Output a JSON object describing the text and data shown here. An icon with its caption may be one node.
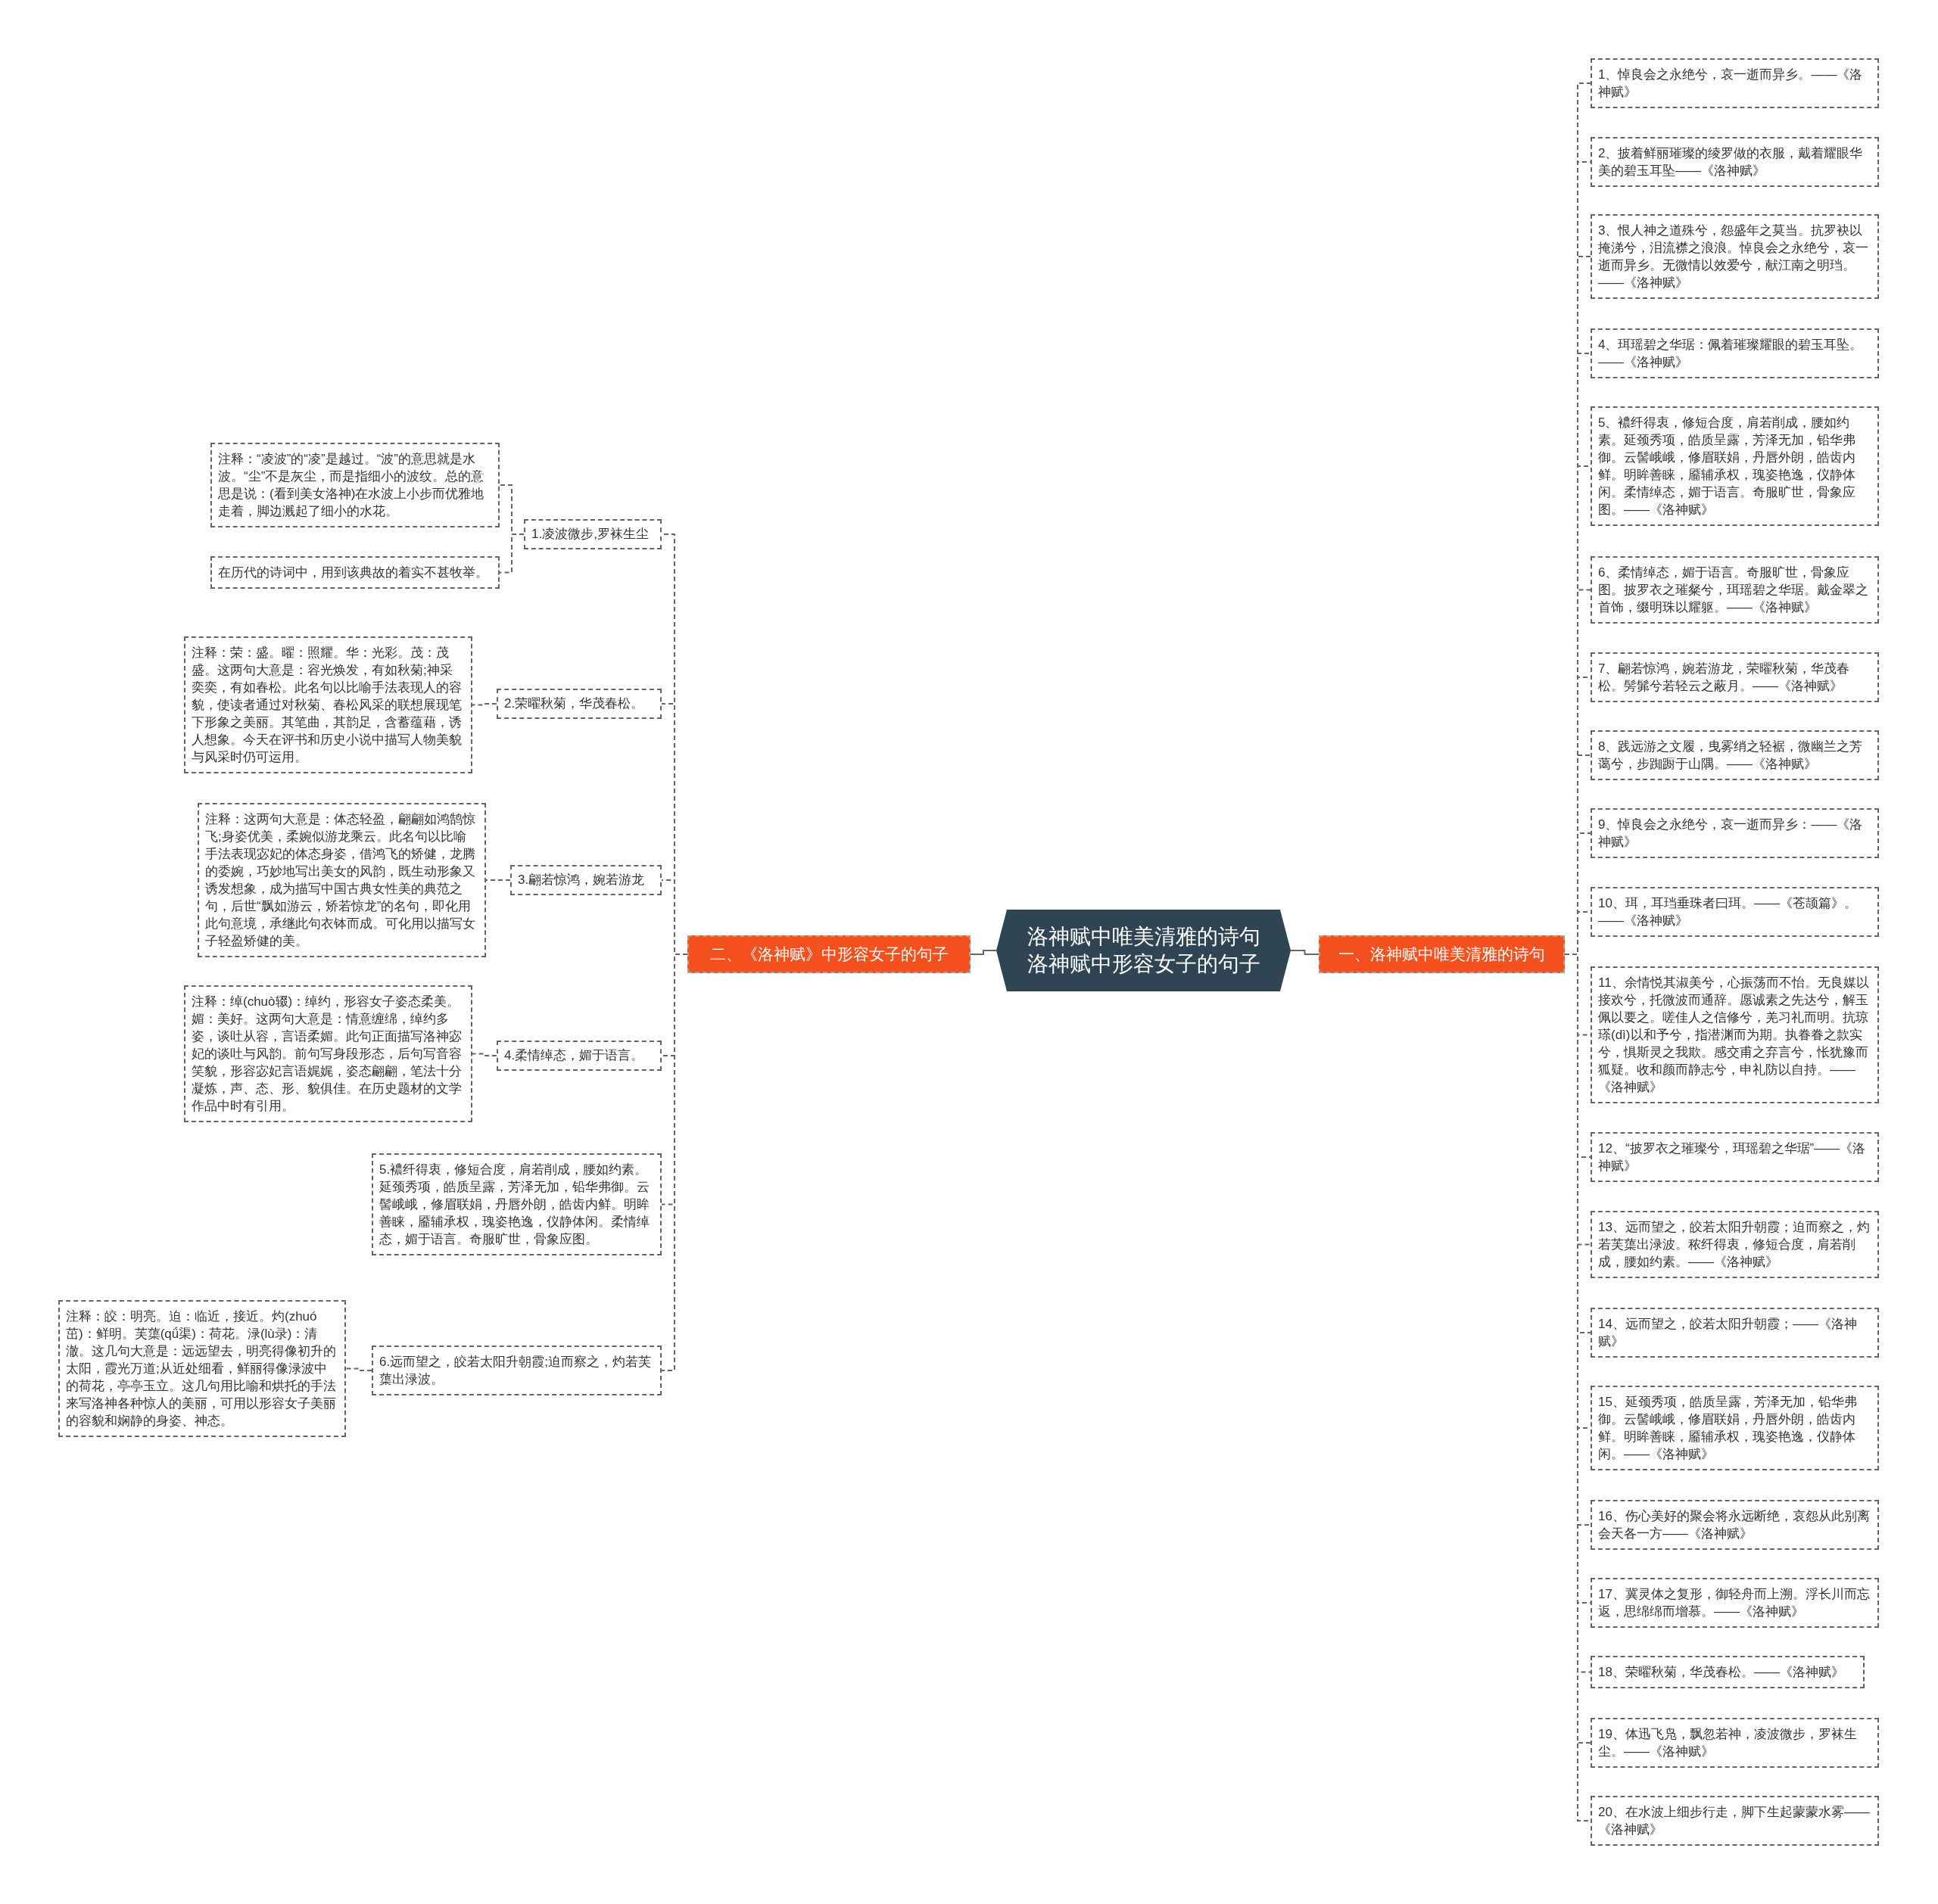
{
  "diagram": {
    "nodes": [
      {
        "text": [
          "洛神赋中唯美清雅的诗句洛神赋中形容女子的句子"
        ]
      },
      {
        "text": [
          "二、《洛神赋》中形容女子的句子"
        ]
      },
      {
        "text": [
          "一、洛神赋中唯美清雅的诗句"
        ]
      },
      {
        "text": [
          "1.凌波微步,罗袜生尘"
        ]
      },
      {
        "text": [
          "注释：“凌波”的“凌”是越过。“波”的意思就是水波。“尘”不是灰尘，而是指细小的波纹。总的意思是说：(看到美女洛神)在水波上小步而优雅地走着，脚边溅起了细小的水花。"
        ]
      },
      {
        "text": [
          "在历代的诗词中，用到该典故的着实不甚牧举。"
        ]
      },
      {
        "text": [
          "2.荣曜秋菊，华茂春松。"
        ]
      },
      {
        "text": [
          "注释：荣：盛。曜：照耀。华：光彩。茂：茂盛。这两句大意是：容光焕发，有如秋菊;神采奕奕，有如春松。此名句以比喻手法表现人的容貌，使读者通过对秋菊、春松风采的联想展现笔下形象之美丽。其笔曲，其韵足，含蓄蕴藉，诱人想象。今天在评书和历史小说中描写人物美貌与风采时仍可运用。"
        ]
      },
      {
        "text": [
          "3.翩若惊鸿，婉若游龙"
        ]
      },
      {
        "text": [
          "注释：这两句大意是：体态轻盈，翩翩如鸿鹄惊飞;身姿优美，柔婉似游龙乘云。此名句以比喻手法表现宓妃的体态身姿，借鸿飞的矫健，龙腾的委婉，巧妙地写出美女的风韵，既生动形象又诱发想象，成为描写中国古典女性美的典范之句，后世“飘如游云，矫若惊龙”的名句，即化用此句意境，承继此句衣钵而成。可化用以描写女子轻盈矫健的美。"
        ]
      },
      {
        "text": [
          "4.柔情绰态，媚于语言。"
        ]
      },
      {
        "text": [
          "注释：绰(chuò辍)：绰约，形容女子姿态柔美。媚：美好。这两句大意是：情意缠绵，绰约多姿，谈吐从容，言语柔媚。此句正面描写洛神宓妃的谈吐与风韵。前句写身段形态，后句写音容笑貌，形容宓妃言语娓娓，姿态翩翩，笔法十分凝炼，声、态、形、貌俱佳。在历史题材的文学作品中时有引用。"
        ]
      },
      {
        "text": [
          "5.襛纤得衷，修短合度，肩若削成，腰如约素。延颈秀项，皓质呈露，芳泽无加，铅华弗御。云髻峨峨，修眉联娟，丹唇外朗，皓齿内鲜。明眸善睐，靥辅承权，瑰姿艳逸，仪静体闲。柔情绰态，媚于语言。奇服旷世，骨象应图。"
        ]
      },
      {
        "text": [
          "6.远而望之，皎若太阳升朝霞;迫而察之，灼若芙蕖出渌波。"
        ]
      },
      {
        "text": [
          "注释：皎：明亮。迫：临近，接近。灼(zhuó茁)：鲜明。芙蕖(qǘ渠)：荷花。渌(lù录)：清澈。这几句大意是：远远望去，明亮得像初升的太阳，霞光万道;从近处细看，鲜丽得像渌波中的荷花，亭亭玉立。这几句用比喻和烘托的手法来写洛神各种惊人的美丽，可用以形容女子美丽的容貌和娴静的身姿、神态。"
        ]
      },
      {
        "text": [
          "1、悼良会之永绝兮，哀一逝而异乡。——《洛神赋》"
        ]
      },
      {
        "text": [
          "2、披着鲜丽璀璨的绫罗做的衣服，戴着耀眼华美的碧玉耳坠——《洛神赋》"
        ]
      },
      {
        "text": [
          "3、恨人神之道殊兮，怨盛年之莫当。抗罗袂以掩涕兮，泪流襟之浪浪。悼良会之永绝兮，哀一逝而异乡。无微情以效爱兮，献江南之明珰。——《洛神赋》"
        ]
      },
      {
        "text": [
          "4、珥瑶碧之华琚：佩着璀璨耀眼的碧玉耳坠。——《洛神赋》"
        ]
      },
      {
        "text": [
          "5、襛纤得衷，修短合度，肩若削成，腰如约素。延颈秀项，皓质呈露，芳泽无加，铅华弗御。云髻峨峨，修眉联娟，丹唇外朗，皓齿内鲜。明眸善睐，靥辅承权，瑰姿艳逸，仪静体闲。柔情绰态，媚于语言。奇服旷世，骨象应图。——《洛神赋》"
        ]
      },
      {
        "text": [
          "6、柔情绰态，媚于语言。奇服旷世，骨象应图。披罗衣之璀粲兮，珥瑶碧之华琚。戴金翠之首饰，缀明珠以耀躯。——《洛神赋》"
        ]
      },
      {
        "text": [
          "7、翩若惊鸿，婉若游龙，荣曜秋菊，华茂春松。髣髴兮若轻云之蔽月。——《洛神赋》"
        ]
      },
      {
        "text": [
          "8、践远游之文履，曳雾绡之轻裾，微幽兰之芳蔼兮，步踟蹰于山隅。——《洛神赋》"
        ]
      },
      {
        "text": [
          "9、悼良会之永绝兮，哀一逝而异乡：——《洛神赋》"
        ]
      },
      {
        "text": [
          "10、珥，耳珰垂珠者曰珥。——《苍颉篇》。——《洛神赋》"
        ]
      },
      {
        "text": [
          "11、余情悦其淑美兮，心振荡而不怡。无良媒以接欢兮，托微波而通辞。愿诚素之先达兮，解玉佩以要之。嗟佳人之信修兮，羌习礼而明。抗琼瑹(dì)以和予兮，指潜渊而为期。执眷眷之款实兮，惧斯灵之我欺。感交甫之弃言兮，怅犹豫而狐疑。收和颜而静志兮，申礼防以自持。——《洛神赋》"
        ]
      },
      {
        "text": [
          "12、“披罗衣之璀璨兮，珥瑶碧之华琚”——《洛神赋》"
        ]
      },
      {
        "text": [
          "13、远而望之，皎若太阳升朝霞；迫而察之，灼若芙蕖出渌波。秾纤得衷，修短合度，肩若削成，腰如约素。——《洛神赋》"
        ]
      },
      {
        "text": [
          "14、远而望之，皎若太阳升朝霞；——《洛神赋》"
        ]
      },
      {
        "text": [
          "15、延颈秀项，皓质呈露，芳泽无加，铅华弗御。云髻峨峨，修眉联娟，丹唇外朗，皓齿内鲜。明眸善睐，靥辅承权，瑰姿艳逸，仪静体闲。——《洛神赋》"
        ]
      },
      {
        "text": [
          "16、伤心美好的聚会将永远断绝，哀怨从此别离会天各一方——《洛神赋》"
        ]
      },
      {
        "text": [
          "17、冀灵体之复形，御轻舟而上溯。浮长川而忘返，思绵绵而增慕。——《洛神赋》"
        ]
      },
      {
        "text": [
          "18、荣曜秋菊，华茂春松。——《洛神赋》"
        ]
      },
      {
        "text": [
          "19、体迅飞凫，飘忽若神，凌波微步，罗袜生尘。——《洛神赋》"
        ]
      },
      {
        "text": [
          "20、在水波上细步行走，脚下生起蒙蒙水雾——《洛神赋》"
        ]
      }
    ],
    "edges": [
      {
        "from": 0,
        "to": 1,
        "arrow": "none"
      },
      {
        "from": 0,
        "to": 2,
        "arrow": "none"
      },
      {
        "from": 1,
        "to": 3,
        "arrow": "none",
        "style": "dashed"
      },
      {
        "from": 3,
        "to": 4,
        "arrow": "none",
        "style": "dashed"
      },
      {
        "from": 3,
        "to": 5,
        "arrow": "none",
        "style": "dashed"
      },
      {
        "from": 1,
        "to": 6,
        "arrow": "none",
        "style": "dashed"
      },
      {
        "from": 6,
        "to": 7,
        "arrow": "none",
        "style": "dashed"
      },
      {
        "from": 1,
        "to": 8,
        "arrow": "none",
        "style": "dashed"
      },
      {
        "from": 8,
        "to": 9,
        "arrow": "none",
        "style": "dashed"
      },
      {
        "from": 1,
        "to": 10,
        "arrow": "none",
        "style": "dashed"
      },
      {
        "from": 10,
        "to": 11,
        "arrow": "none",
        "style": "dashed"
      },
      {
        "from": 1,
        "to": 12,
        "arrow": "none",
        "style": "dashed"
      },
      {
        "from": 1,
        "to": 13,
        "arrow": "none",
        "style": "dashed"
      },
      {
        "from": 13,
        "to": 14,
        "arrow": "none",
        "style": "dashed"
      },
      {
        "from": 2,
        "to": 15,
        "arrow": "none",
        "style": "dashed"
      },
      {
        "from": 2,
        "to": 16,
        "arrow": "none",
        "style": "dashed"
      },
      {
        "from": 2,
        "to": 17,
        "arrow": "none",
        "style": "dashed"
      },
      {
        "from": 2,
        "to": 18,
        "arrow": "none",
        "style": "dashed"
      },
      {
        "from": 2,
        "to": 19,
        "arrow": "none",
        "style": "dashed"
      },
      {
        "from": 2,
        "to": 20,
        "arrow": "none",
        "style": "dashed"
      },
      {
        "from": 2,
        "to": 21,
        "arrow": "none",
        "style": "dashed"
      },
      {
        "from": 2,
        "to": 22,
        "arrow": "none",
        "style": "dashed"
      },
      {
        "from": 2,
        "to": 23,
        "arrow": "none",
        "style": "dashed"
      },
      {
        "from": 2,
        "to": 24,
        "arrow": "none",
        "style": "dashed"
      },
      {
        "from": 2,
        "to": 25,
        "arrow": "none",
        "style": "dashed"
      },
      {
        "from": 2,
        "to": 26,
        "arrow": "none",
        "style": "dashed"
      },
      {
        "from": 2,
        "to": 27,
        "arrow": "none",
        "style": "dashed"
      },
      {
        "from": 2,
        "to": 28,
        "arrow": "none",
        "style": "dashed"
      },
      {
        "from": 2,
        "to": 29,
        "arrow": "none",
        "style": "dashed"
      },
      {
        "from": 2,
        "to": 30,
        "arrow": "none",
        "style": "dashed"
      },
      {
        "from": 2,
        "to": 31,
        "arrow": "none",
        "style": "dashed"
      },
      {
        "from": 2,
        "to": 32,
        "arrow": "none",
        "style": "dashed"
      },
      {
        "from": 2,
        "to": 33,
        "arrow": "none",
        "style": "dashed"
      },
      {
        "from": 2,
        "to": 34,
        "arrow": "none",
        "style": "dashed"
      }
    ]
  }
}
